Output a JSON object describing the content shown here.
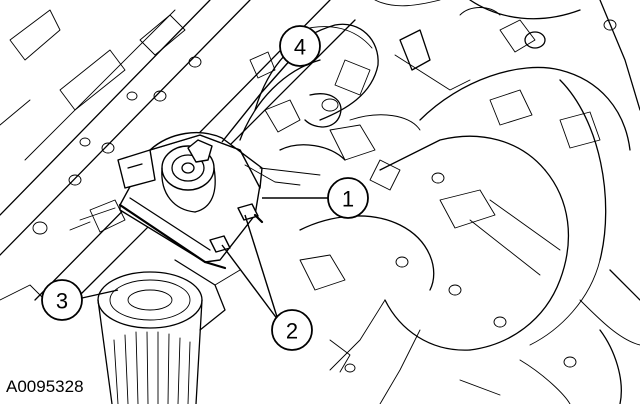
{
  "figure": {
    "id_label": "A0095328",
    "callouts": [
      {
        "key": "1",
        "label": "1"
      },
      {
        "key": "2",
        "label": "2"
      },
      {
        "key": "3",
        "label": "3"
      },
      {
        "key": "4",
        "label": "4"
      }
    ]
  }
}
